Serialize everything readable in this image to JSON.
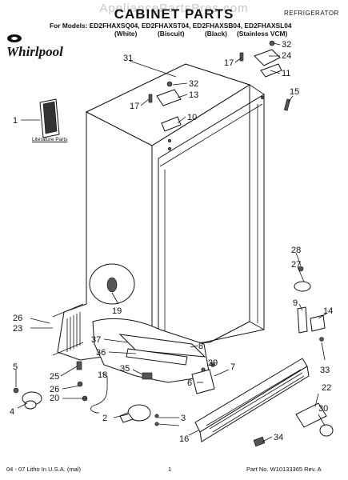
{
  "watermark": "AppliancePartsPros.com",
  "title": "CABINET PARTS",
  "category": "REFRIGERATOR",
  "models_line": "For Models: ED2FHAXSQ04, ED2FHAXST04, ED2FHAXSB04, ED2FHAXSL04",
  "colors": [
    "(White)",
    "(Biscuit)",
    "(Black)",
    "(Stainless VCM)"
  ],
  "brand": "Whirlpool",
  "literature_label": "Literature Parts",
  "footer": {
    "left": "04 - 07 Litho In U.S.A. (mal)",
    "center": "1",
    "right": "Part No. W10133365 Rev. A"
  },
  "callouts": [
    "31",
    "32",
    "24",
    "17",
    "11",
    "32",
    "13",
    "15",
    "17",
    "10",
    "1",
    "28",
    "27",
    "19",
    "9",
    "14",
    "26",
    "23",
    "37",
    "8",
    "36",
    "33",
    "5",
    "25",
    "18",
    "29",
    "7",
    "35",
    "26",
    "20",
    "6",
    "22",
    "4",
    "30",
    "2",
    "3",
    "34",
    "16"
  ]
}
